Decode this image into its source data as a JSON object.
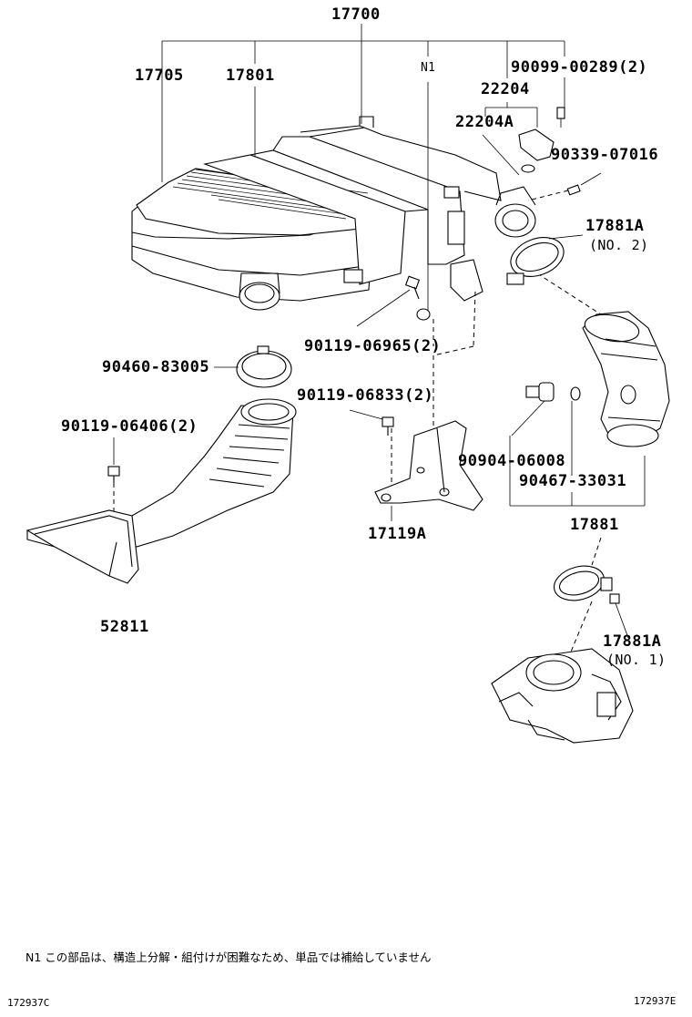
{
  "labels": {
    "p17700": "17700",
    "p17705": "17705",
    "p17801": "17801",
    "n1": "N1",
    "p90099": "90099-00289(2)",
    "p22204": "22204",
    "p22204a": "22204A",
    "p90339": "90339-07016",
    "p17881a_top": "17881A",
    "no2": "(NO. 2)",
    "p90119_06965": "90119-06965(2)",
    "p90460": "90460-83005",
    "p90119_06833": "90119-06833(2)",
    "p90119_06406": "90119-06406(2)",
    "p90904": "90904-06008",
    "p90467": "90467-33031",
    "p17119a": "17119A",
    "p17881": "17881",
    "p52811": "52811",
    "p17881a_bottom": "17881A",
    "no1": "(NO. 1)"
  },
  "footnote": "N1  この部品は、構造上分解・組付けが困難なため、単品では補給していません",
  "codes": {
    "left": "172937C",
    "right": "172937E"
  }
}
